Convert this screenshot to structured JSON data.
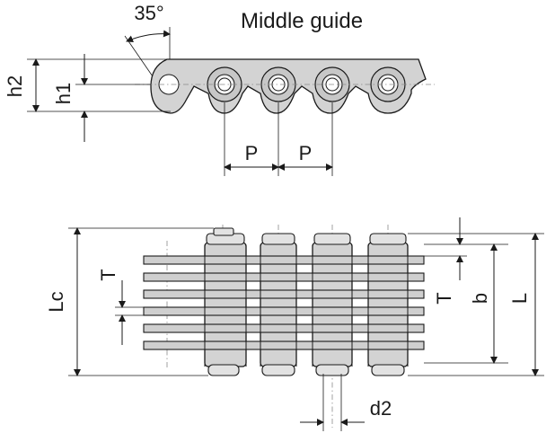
{
  "top_view": {
    "title": "Middle guide",
    "angle_label": "35°",
    "labels": {
      "h2": "h2",
      "h1": "h1",
      "pitch_left": "P",
      "pitch_right": "P"
    }
  },
  "bottom_view": {
    "labels": {
      "lc": "Lc",
      "t_left": "T",
      "t_right": "T",
      "b": "b",
      "l": "L",
      "d2": "d2"
    }
  },
  "colors": {
    "line": "#1a1a1a",
    "fill": "#d3d3d3",
    "background": "#ffffff"
  }
}
